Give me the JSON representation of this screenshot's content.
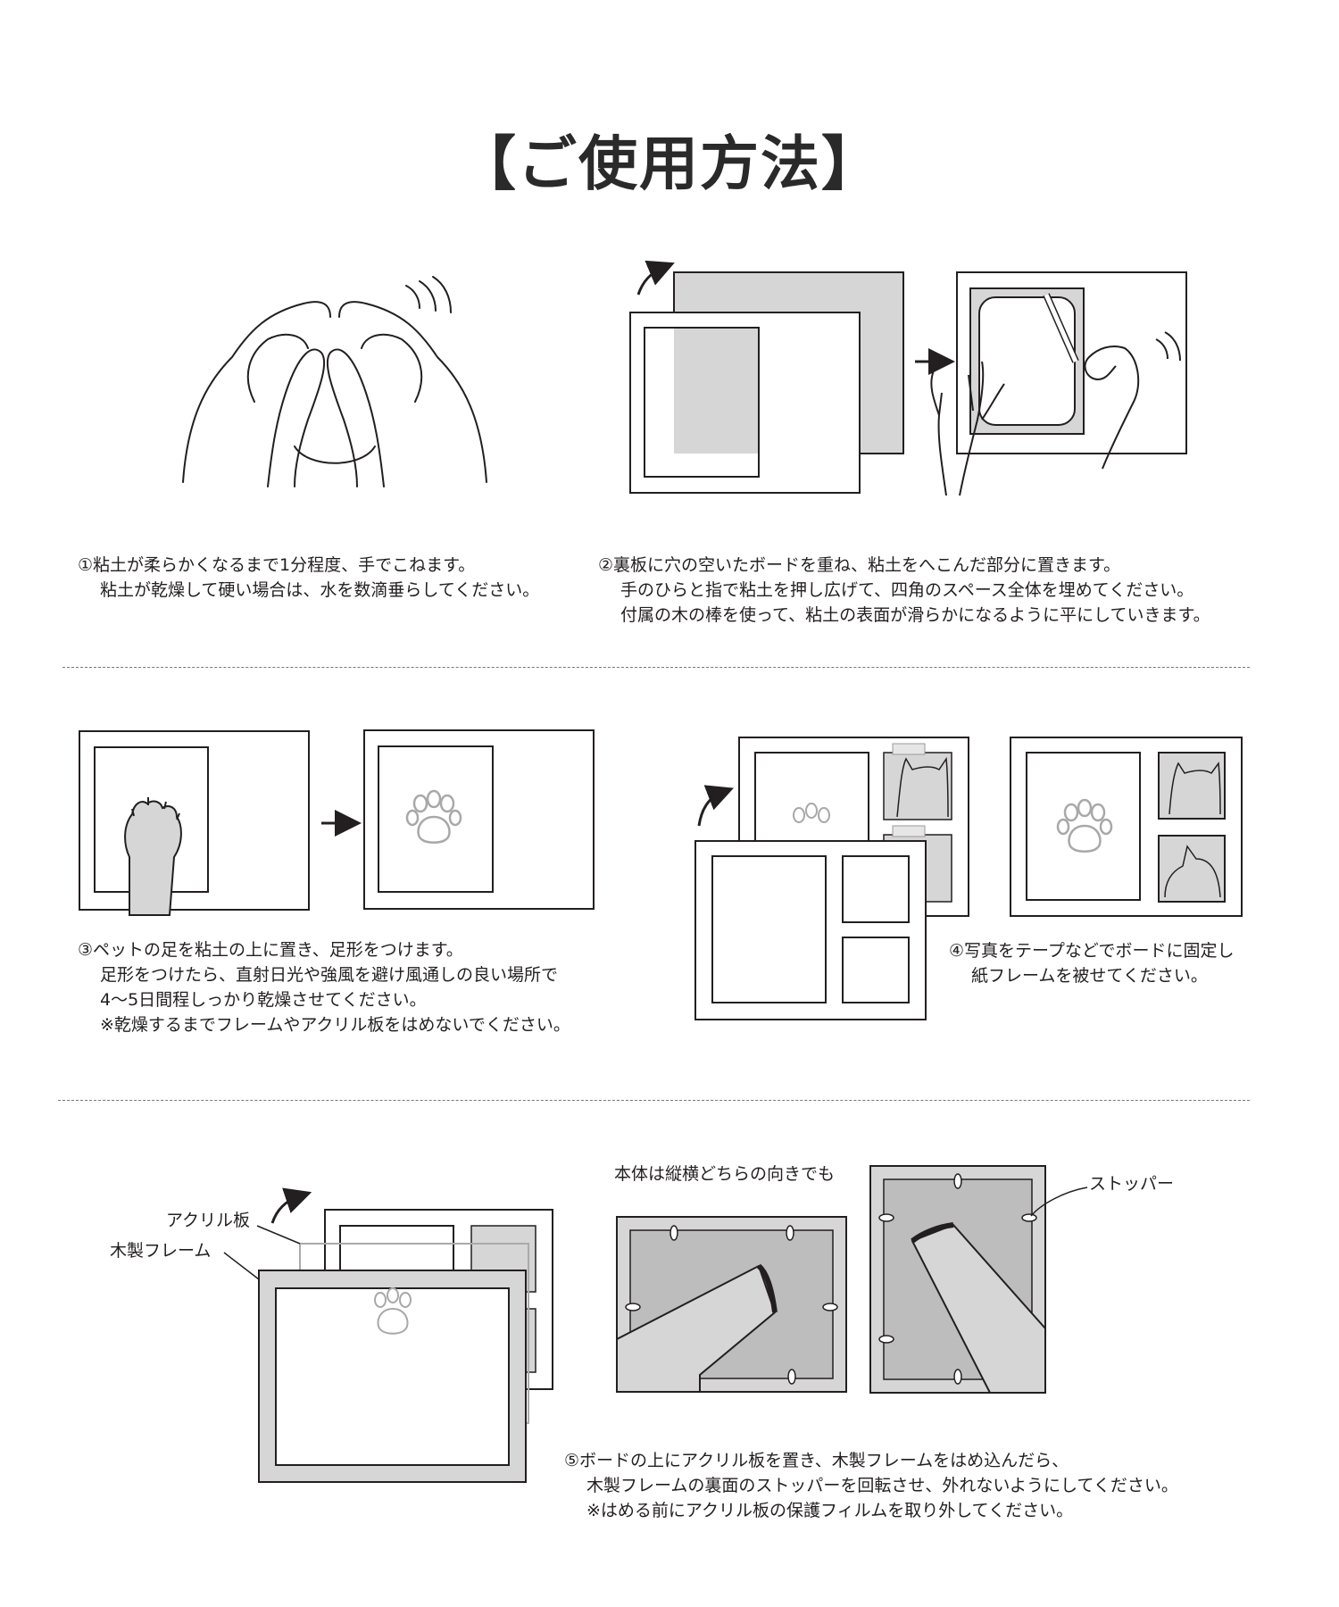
{
  "title": "【ご使用方法】",
  "steps": {
    "s1": {
      "line1": "①粘土が柔らかくなるまで1分程度、手でこねます。",
      "line2": "粘土が乾燥して硬い場合は、水を数滴垂らしてください。"
    },
    "s2": {
      "line1": "②裏板に穴の空いたボードを重ね、粘土をへこんだ部分に置きます。",
      "line2": "手のひらと指で粘土を押し広げて、四角のスペース全体を埋めてください。",
      "line3": "付属の木の棒を使って、粘土の表面が滑らかになるように平にしていきます。"
    },
    "s3": {
      "line1": "③ペットの足を粘土の上に置き、足形をつけます。",
      "line2": "足形をつけたら、直射日光や強風を避け風通しの良い場所で",
      "line3": "4〜5日間程しっかり乾燥させてください。",
      "line4": "※乾燥するまでフレームやアクリル板をはめないでください。"
    },
    "s4": {
      "line1": "④写真をテープなどでボードに固定し",
      "line2": "紙フレームを被せてください。"
    },
    "s5": {
      "line1": "⑤ボードの上にアクリル板を置き、木製フレームをはめ込んだら、",
      "line2": "木製フレームの裏面のストッパーを回転させ、外れないようにしてください。",
      "line3": "※はめる前にアクリル板の保護フィルムを取り外してください。"
    }
  },
  "labels": {
    "acrylic": "アクリル板",
    "wood_frame": "木製フレーム",
    "orientation": "本体は縦横どちらの向きでも",
    "stopper": "ストッパー"
  },
  "colors": {
    "line": "#231f20",
    "gray_fill": "#d6d6d6",
    "light_gray": "#e6e6e6",
    "divider": "#777777"
  },
  "icons": [
    "hands-kneading-icon",
    "arrow-curved-icon",
    "arrow-right-icon",
    "paw-print-icon",
    "cat-photo-icon",
    "stopper-icon"
  ]
}
